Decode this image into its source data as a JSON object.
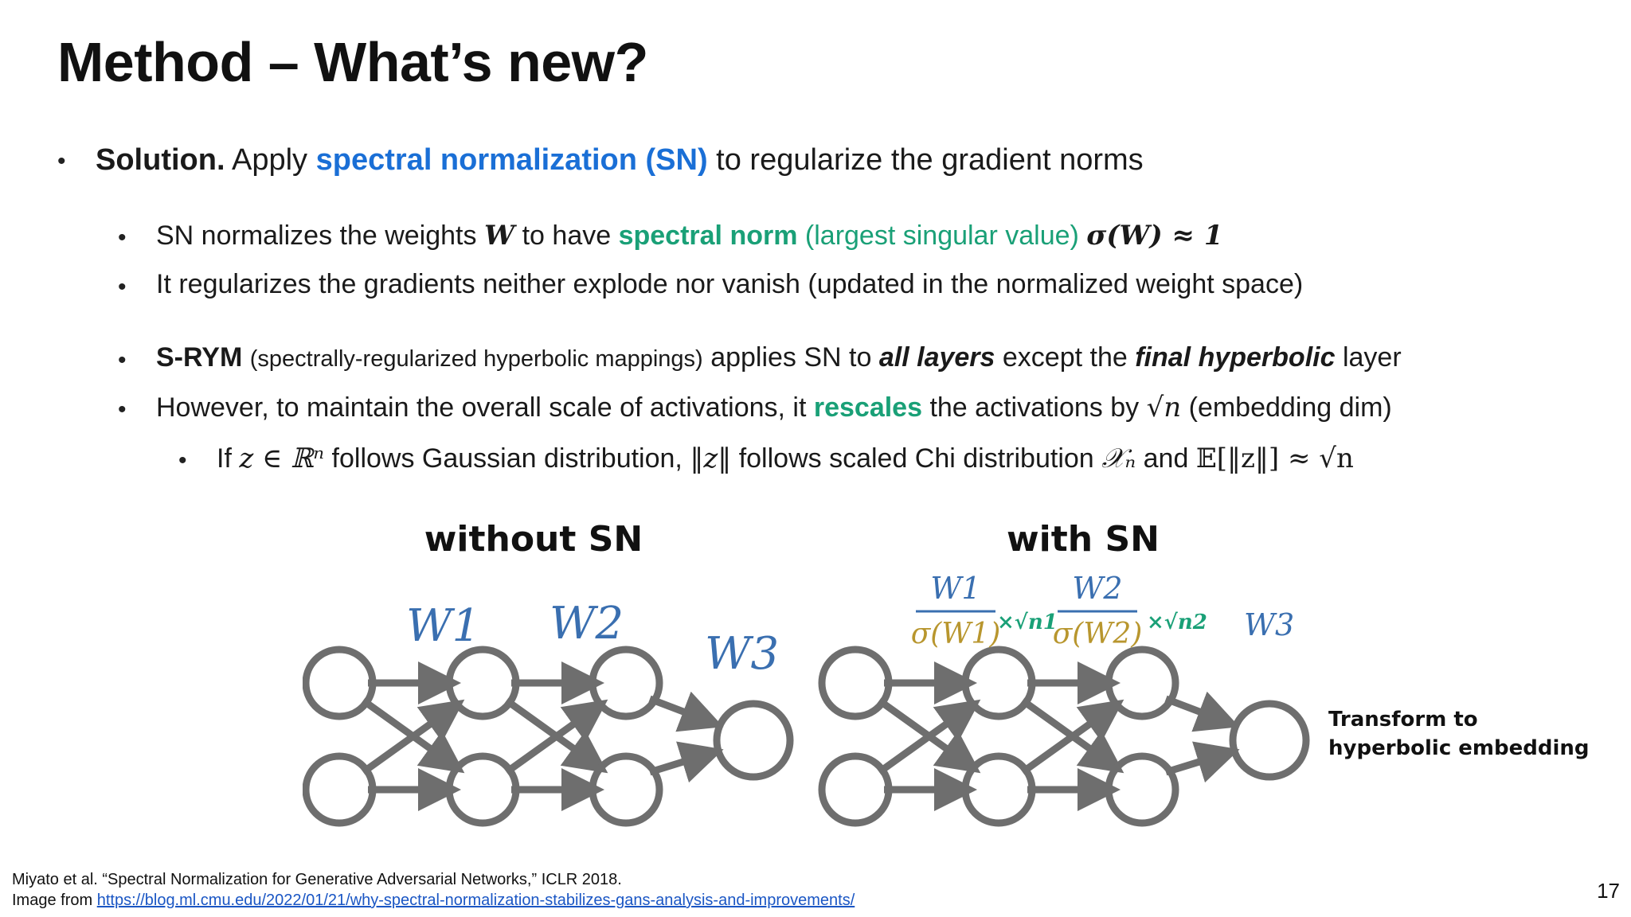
{
  "title": "Method – What’s new?",
  "solution": {
    "lead": "Solution.",
    "text1": "Apply",
    "highlight": "spectral normalization (SN)",
    "text2": "to regularize the gradient norms"
  },
  "b1": {
    "text1": "SN normalizes the weights",
    "var": "W",
    "text2": "to have",
    "highlight": "spectral norm",
    "paren": "(largest singular value)",
    "formula": "σ(W) ≈ 1"
  },
  "b2": {
    "text": "It regularizes the gradients neither explode nor vanish (updated in the normalized weight space)"
  },
  "b3": {
    "lead": "S-RYM",
    "paren": "(spectrally-regularized hyperbolic mappings)",
    "text1": "applies SN to",
    "em1": "all layers",
    "text2": "except the",
    "em2": "final hyperbolic",
    "text3": "layer"
  },
  "b4": {
    "text1": "However, to maintain the overall scale of activations, it",
    "highlight": "rescales",
    "text2": "the activations by",
    "formula": "√n",
    "text3": "(embedding dim)"
  },
  "b5": {
    "text1": "If",
    "formula1": "z ∈ ℝⁿ",
    "text2": "follows Gaussian distribution,",
    "formula2": "‖z‖",
    "text3": "follows scaled Chi distribution",
    "formula3": "𝒳ₙ",
    "text4": "and",
    "formula4": "𝔼[‖z‖] ≈ √n"
  },
  "figure": {
    "left_title": "without SN",
    "right_title": "with SN",
    "left_weights": [
      "W1",
      "W2",
      "W3"
    ],
    "right_fractions": [
      {
        "num": "W1",
        "den": "σ(W1)",
        "scale": "×√n1"
      },
      {
        "num": "W2",
        "den": "σ(W2)",
        "scale": "×√n2"
      }
    ],
    "right_w3": "W3",
    "transform_label_1": "Transform to",
    "transform_label_2": "hyperbolic embedding",
    "colors": {
      "weight": "#3a6fb0",
      "sigma": "#b8962e",
      "scale": "#1aa077",
      "node": "#6e6e6e"
    }
  },
  "footer": {
    "citation": "Miyato et al. “Spectral Normalization for Generative Adversarial Networks,” ICLR 2018.",
    "image_from": "Image from",
    "link": "https://blog.ml.cmu.edu/2022/01/21/why-spectral-normalization-stabilizes-gans-analysis-and-improvements/"
  },
  "page_number": "17"
}
